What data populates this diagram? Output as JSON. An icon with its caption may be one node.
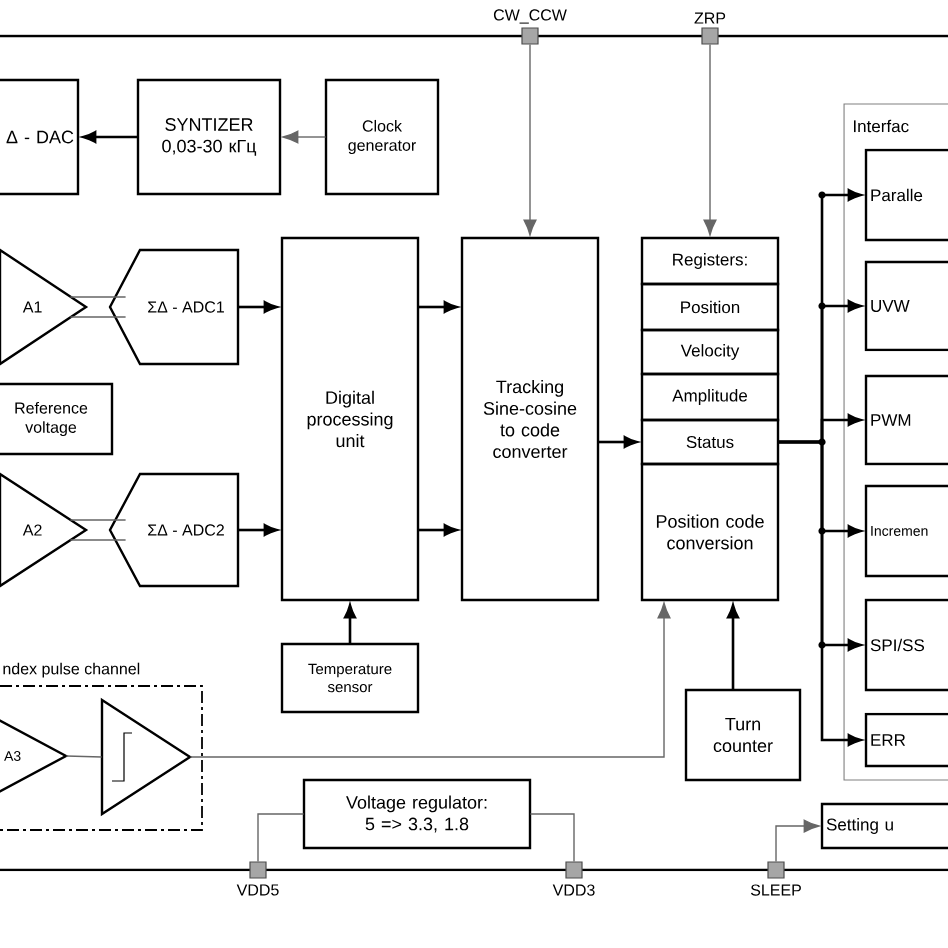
{
  "diagram": {
    "nodes": [
      {
        "text": [
          "Δ - DAC"
        ]
      },
      {
        "text": [
          "SYNTIZER 0,03-30 кГц"
        ]
      },
      {
        "text": [
          "Clock generator"
        ]
      },
      {
        "text": [
          "A1"
        ]
      },
      {
        "text": [
          "ΣΔ - ADC1"
        ]
      },
      {
        "text": [
          "Reference voltage"
        ]
      },
      {
        "text": [
          "A2"
        ]
      },
      {
        "text": [
          "ΣΔ - ADC2"
        ]
      },
      {
        "text": [
          "Digital processing unit"
        ]
      },
      {
        "text": [
          "Temperature sensor"
        ]
      },
      {
        "text": [
          "Tracking Sine-cosine to code converter"
        ]
      },
      {
        "text": [
          "Registers:"
        ]
      },
      {
        "text": [
          "Position"
        ]
      },
      {
        "text": [
          "Velocity"
        ]
      },
      {
        "text": [
          "Amplitude"
        ]
      },
      {
        "text": [
          "Status"
        ]
      },
      {
        "text": [
          "Position code conversion"
        ]
      },
      {
        "text": [
          "Turn counter"
        ]
      },
      {
        "text": [
          "Interfac"
        ]
      },
      {
        "text": [
          "Paralle"
        ],
        "in": 18
      },
      {
        "text": [
          "UVW"
        ],
        "in": 18
      },
      {
        "text": [
          "PWM"
        ],
        "in": 18
      },
      {
        "text": [
          "Incremen"
        ],
        "in": 18
      },
      {
        "text": [
          "SPI/SS"
        ],
        "in": 18
      },
      {
        "text": [
          "ERR"
        ],
        "in": 18
      },
      {
        "text": [
          "Setting u"
        ]
      },
      {
        "text": [
          "Voltage regulator: 5 => 3.3, 1.8"
        ]
      },
      {
        "text": [
          "ndex pulse channel"
        ]
      },
      {
        "text": [
          "A3"
        ],
        "in": 27
      },
      {
        "text": [],
        "shape": "triangle",
        "in": 27
      },
      {
        "text": [
          "CW_CCW"
        ]
      },
      {
        "text": [
          "ZRP"
        ]
      },
      {
        "text": [
          "VDD5"
        ]
      },
      {
        "text": [
          "VDD3"
        ]
      },
      {
        "text": [
          "SLEEP"
        ]
      }
    ],
    "edges": [
      {
        "from": 2,
        "to": 1,
        "arrow": "to",
        "color": "#666666"
      },
      {
        "from": 1,
        "to": 0,
        "arrow": "to"
      },
      {
        "from": 3,
        "to": 4,
        "arrow": "none",
        "color": "#666666"
      },
      {
        "from": 6,
        "to": 7,
        "arrow": "none",
        "color": "#666666"
      },
      {
        "from": 4,
        "to": 8,
        "arrow": "to"
      },
      {
        "from": 7,
        "to": 8,
        "arrow": "to"
      },
      {
        "from": 8,
        "to": 10,
        "arrow": "to"
      },
      {
        "from": 8,
        "to": 10,
        "arrow": "to"
      },
      {
        "from": 9,
        "to": 8,
        "arrow": "to"
      },
      {
        "from": 10,
        "to": 15,
        "arrow": "to"
      },
      {
        "from": 15,
        "to": 19,
        "arrow": "to"
      },
      {
        "from": 15,
        "to": 20,
        "arrow": "to"
      },
      {
        "from": 15,
        "to": 21,
        "arrow": "to"
      },
      {
        "from": 15,
        "to": 22,
        "arrow": "to"
      },
      {
        "from": 15,
        "to": 23,
        "arrow": "to"
      },
      {
        "from": 15,
        "to": 24,
        "arrow": "to"
      },
      {
        "from": 17,
        "to": 16,
        "arrow": "to"
      },
      {
        "from": 29,
        "to": 16,
        "arrow": "to",
        "color": "#666666"
      },
      {
        "from": 28,
        "to": 29,
        "arrow": "none",
        "color": "#666666"
      },
      {
        "from": 30,
        "to": 10,
        "arrow": "to",
        "color": "#666666"
      },
      {
        "from": 31,
        "to": 11,
        "arrow": "to",
        "color": "#666666"
      },
      {
        "from": 32,
        "to": 26,
        "arrow": "none",
        "color": "#666666"
      },
      {
        "from": 33,
        "to": 26,
        "arrow": "none",
        "color": "#666666"
      },
      {
        "from": 34,
        "to": 25,
        "arrow": "to",
        "color": "#666666"
      }
    ]
  }
}
